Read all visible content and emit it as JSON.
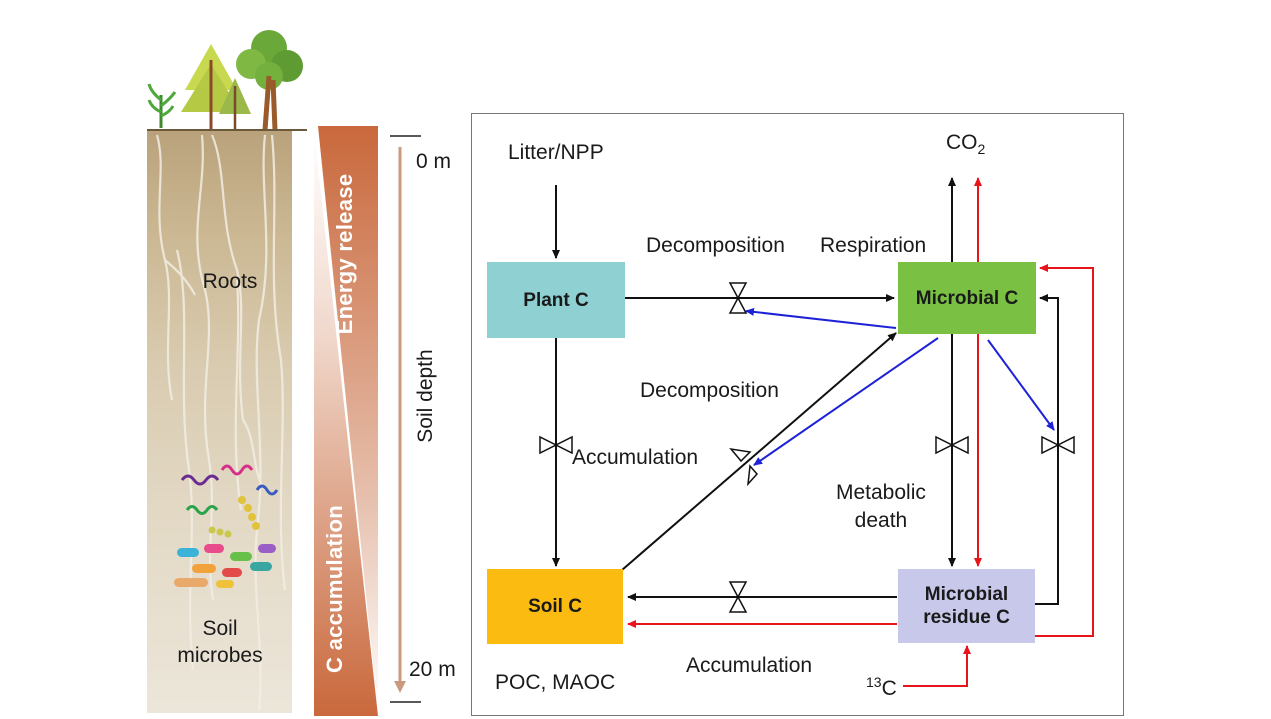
{
  "soil_panel": {
    "roots_label": "Roots",
    "microbes_label_line1": "Soil",
    "microbes_label_line2": "microbes"
  },
  "depth_axis": {
    "top_label": "0 m",
    "bottom_label": "20 m",
    "axis_title": "Soil depth"
  },
  "wedges": {
    "energy_label": "Energy release",
    "accumulation_label": "C accumulation"
  },
  "pools": {
    "plant": "Plant C",
    "microbial": "Microbial C",
    "soil": "Soil C",
    "residue_line1": "Microbial",
    "residue_line2": "residue C"
  },
  "flow_labels": {
    "litter": "Litter/NPP",
    "co2": "CO",
    "co2_sub": "2",
    "decomposition_top": "Decomposition",
    "respiration": "Respiration",
    "decomposition_mid": "Decomposition",
    "accumulation_left": "Accumulation",
    "metabolic_line1": "Metabolic",
    "metabolic_line2": "death",
    "accumulation_bottom": "Accumulation",
    "poc_maoc": "POC, MAOC",
    "isotope_sup": "13",
    "isotope": "C"
  },
  "colors": {
    "plant_box": "#8fd0d3",
    "microbial_box": "#7ac143",
    "soil_box": "#fbbb10",
    "residue_box": "#c7c8ea",
    "red_flow": "#e8141c",
    "blue_flow": "#1e22d6",
    "wedge": "#c9683c"
  }
}
